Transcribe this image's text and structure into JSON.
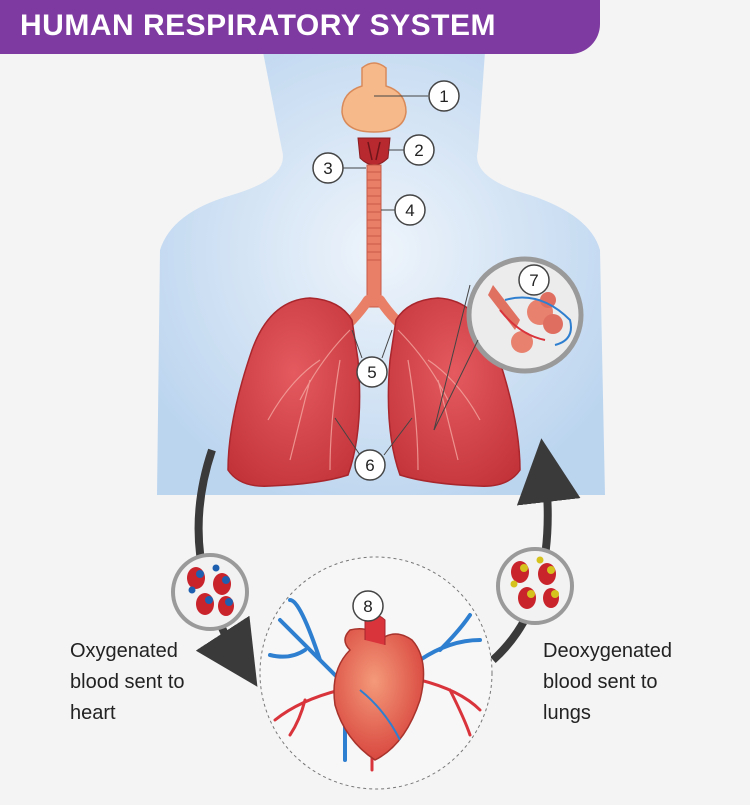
{
  "title": "HUMAN RESPIRATORY SYSTEM",
  "labels": [
    "1",
    "2",
    "3",
    "4",
    "5",
    "6",
    "7",
    "8"
  ],
  "captions": {
    "oxygenated": [
      "Oxygenated",
      "blood sent to",
      "heart"
    ],
    "deoxygenated": [
      "Deoxygenated",
      "blood sent to",
      "lungs"
    ]
  },
  "colors": {
    "banner": "#7e3aa0",
    "body_silhouette": "#c9def3",
    "lung": "#d9434a",
    "trachea": "#e97f66",
    "artery": "#d9333c",
    "vein": "#2f7fd0",
    "arrow": "#3a3a3a"
  }
}
